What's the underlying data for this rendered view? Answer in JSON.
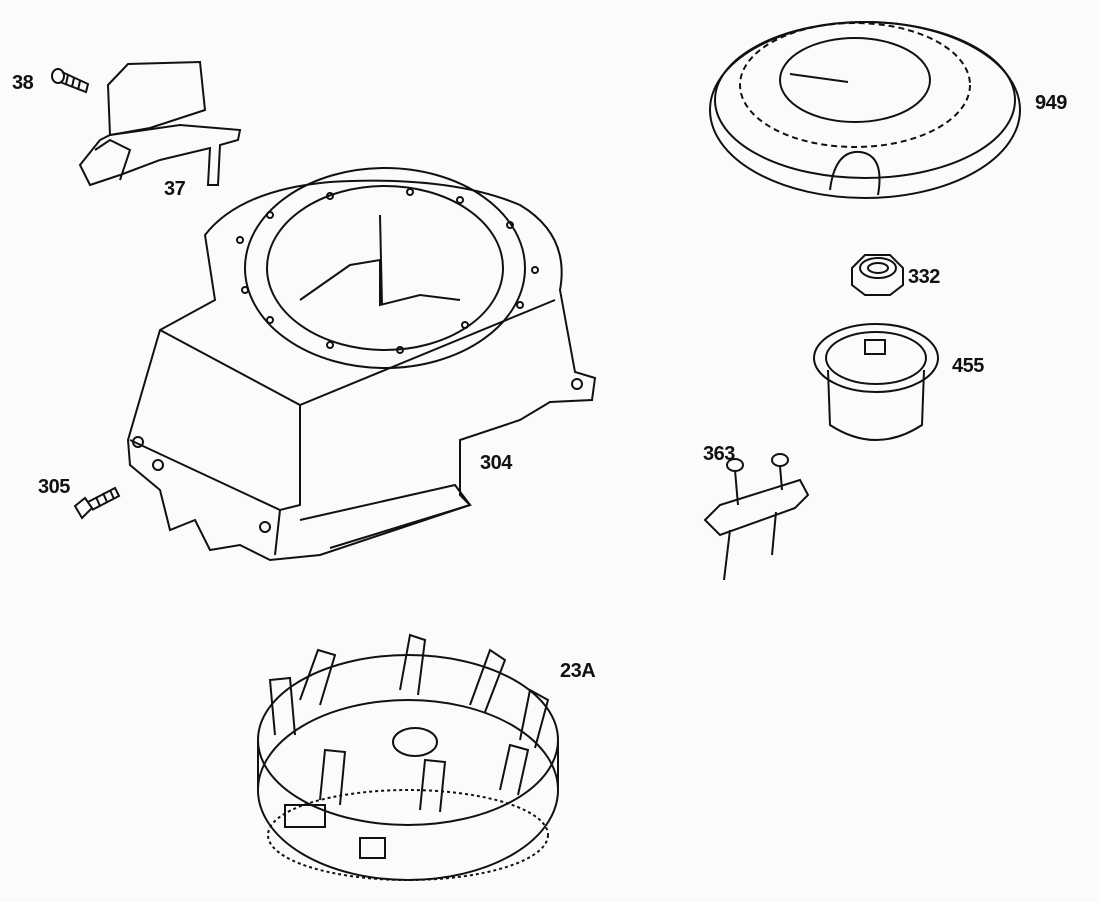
{
  "labels": {
    "p38": "38",
    "p37": "37",
    "p305": "305",
    "p304": "304",
    "p949": "949",
    "p332": "332",
    "p455": "455",
    "p363": "363",
    "p23a": "23A"
  }
}
